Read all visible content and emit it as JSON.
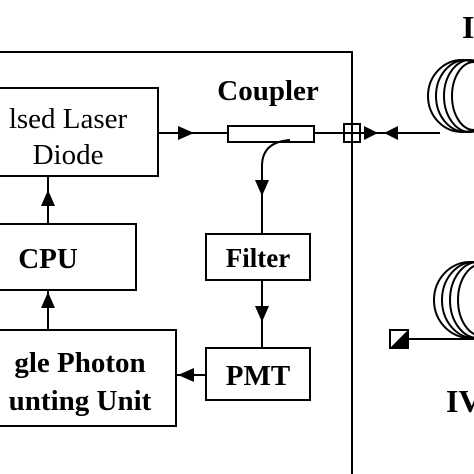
{
  "diagram": {
    "coupler_label": "Coupler",
    "laser_label_line1": "lsed Laser",
    "laser_label_line2": "Diode",
    "cpu_label": "CPU",
    "filter_label": "Filter",
    "counting_label_line1": "gle Photon",
    "counting_label_line2": "unting Unit",
    "pmt_label": "PMT",
    "top_right_label": "I",
    "bottom_right_label": "IV"
  }
}
